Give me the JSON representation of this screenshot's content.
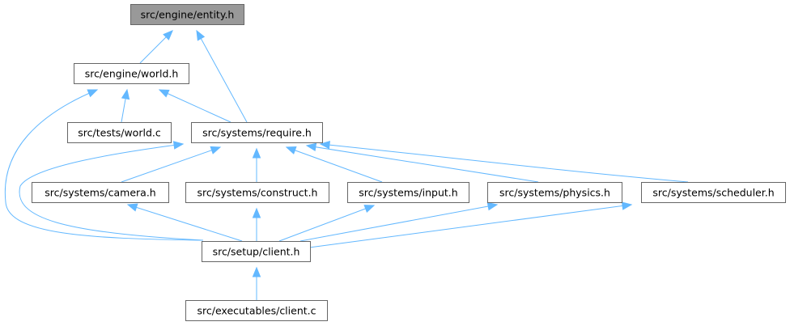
{
  "nodes": [
    {
      "id": "entity",
      "label": "src/engine/entity.h",
      "highlight": true
    },
    {
      "id": "world_h",
      "label": "src/engine/world.h"
    },
    {
      "id": "require",
      "label": "src/systems/require.h"
    },
    {
      "id": "tests_world",
      "label": "src/tests/world.c"
    },
    {
      "id": "camera",
      "label": "src/systems/camera.h"
    },
    {
      "id": "construct",
      "label": "src/systems/construct.h"
    },
    {
      "id": "input",
      "label": "src/systems/input.h"
    },
    {
      "id": "physics",
      "label": "src/systems/physics.h"
    },
    {
      "id": "scheduler",
      "label": "src/systems/scheduler.h"
    },
    {
      "id": "client_h",
      "label": "src/setup/client.h"
    },
    {
      "id": "client_c",
      "label": "src/executables/client.c"
    }
  ],
  "edges": [
    {
      "from": "world_h",
      "to": "entity"
    },
    {
      "from": "require",
      "to": "entity"
    },
    {
      "from": "tests_world",
      "to": "world_h"
    },
    {
      "from": "require",
      "to": "world_h"
    },
    {
      "from": "client_h",
      "to": "world_h"
    },
    {
      "from": "camera",
      "to": "require"
    },
    {
      "from": "construct",
      "to": "require"
    },
    {
      "from": "input",
      "to": "require"
    },
    {
      "from": "physics",
      "to": "require"
    },
    {
      "from": "scheduler",
      "to": "require"
    },
    {
      "from": "client_h",
      "to": "require"
    },
    {
      "from": "client_h",
      "to": "camera"
    },
    {
      "from": "client_h",
      "to": "construct"
    },
    {
      "from": "client_h",
      "to": "input"
    },
    {
      "from": "client_h",
      "to": "physics"
    },
    {
      "from": "client_h",
      "to": "scheduler"
    },
    {
      "from": "client_c",
      "to": "client_h"
    }
  ],
  "colors": {
    "edge": "#63b8ff",
    "node_fill": "#ffffff",
    "highlight_fill": "#999999",
    "node_border": "#666666"
  }
}
